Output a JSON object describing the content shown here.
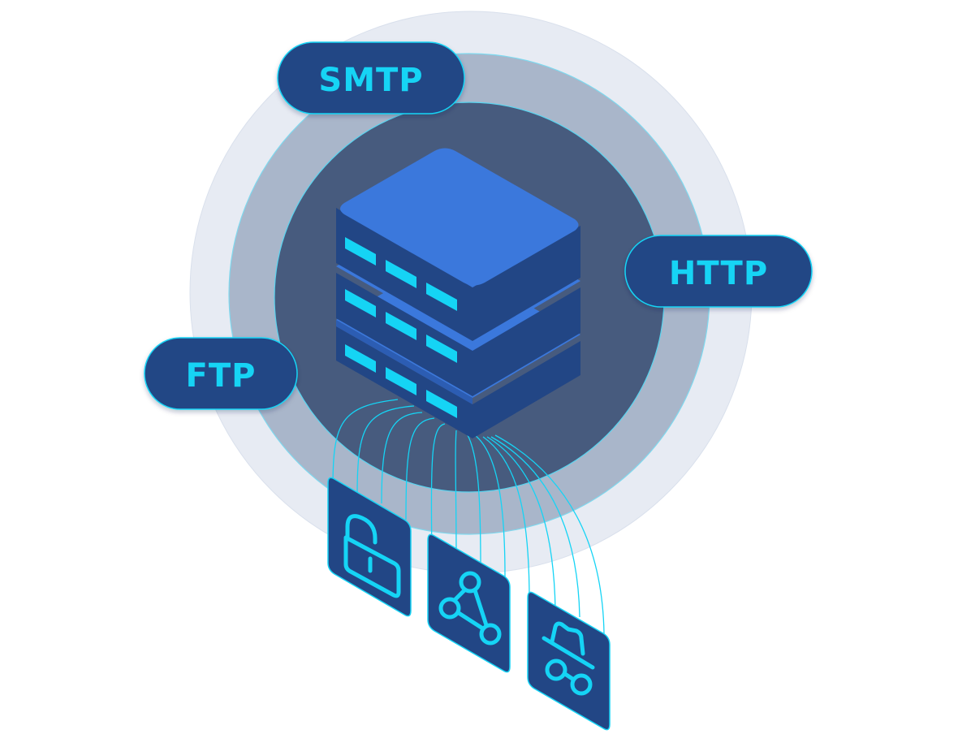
{
  "protocols": {
    "smtp": "SMTP",
    "http": "HTTP",
    "ftp": "FTP"
  },
  "icons": {
    "card_1": "unlocked-padlock-icon",
    "card_2": "network-nodes-icon",
    "card_3": "incognito-spy-icon"
  },
  "colors": {
    "outer_ring": "#e7ebf3",
    "middle_ring": "#a9b6ca",
    "inner_circle": "#475b7e",
    "navy": "#224685",
    "server_top": "#3b78dc",
    "cyan": "#15d4f5"
  }
}
